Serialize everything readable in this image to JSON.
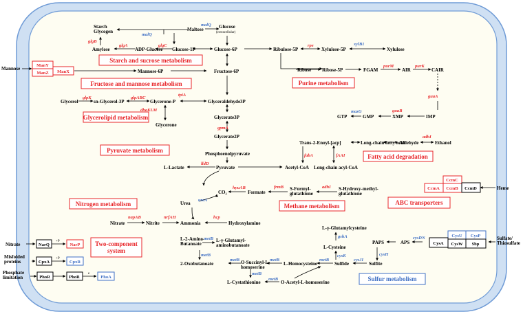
{
  "colors": {
    "outer_membrane": "#cfe0f3",
    "outer_stroke": "#6f9bd6",
    "cytoplasm": "#fefdf2",
    "red": "#e8262a",
    "blue": "#3f6fc4"
  },
  "metabolites": {
    "starch_glycogen": "Starch\nGlycogen",
    "maltose": "Maltose",
    "glucose_ext": "Glucose",
    "extracellular": "(extracellular)",
    "amylose": "Amylose",
    "adp_glucose": "ADP-Glucose",
    "glucose_1p": "Glucose-1P",
    "glucose_6p": "Glucose-6P",
    "ribulose_5p": "Ribulose-5P",
    "xylulose_5p": "Xylulose-5P",
    "xylulose": "Xylulose",
    "mannose": "Mannose",
    "mannose_6p": "Mannose-6P",
    "fructose_6p": "Fructose-6P",
    "ribose": "Ribose",
    "ribose_5p": "Ribose-5P",
    "fgam": "FGAM",
    "air": "AIR",
    "cair": "CAIR",
    "glycerol": "Glycerol",
    "sn_glycerol_3p": "sn-Glycerol-3P",
    "glycerone_p": "Glycerone-P",
    "glyceraldehyde_3p": "Glyceraldehyde3P",
    "glycerone": "Glycerone",
    "gtp": "GTP",
    "gmp": "GMP",
    "xmp": "XMP",
    "imp": "IMP",
    "glycerate_3p": "Glycerate3P",
    "glycerate_2p": "Glycerate2P",
    "trans_enoyl": "Trans-2-Enoyl-[acp]",
    "long_chain_fatty_acid": "Long-chain fatty acid",
    "aldehyde": "Aldehyde",
    "ethanol": "Ethanol",
    "pep": "Phosphoenolpyruvate",
    "l_lactate": "L-Lactate",
    "pyruvate": "Pyruvate",
    "acetyl_coa": "Acetyl-CoA",
    "long_chain_acyl_coa": "Long-chain acyl-CoA",
    "co2": "CO₂",
    "formate": "Formate",
    "s_formyl_glutathione": "S-Formyl-\nglutathione",
    "s_hydroxy": "S-Hydroxy-methyl-\nglutathione",
    "urea": "Urea",
    "nitrate_in": "Nitrate",
    "nitrite": "Nitrite",
    "ammonia": "Ammonia",
    "hydroxylamine": "Hydroxylamine",
    "l_gamma_glutamylcysteine": "L-γ-Glutamylcysteine",
    "l_cysteine": "L-Cysteine",
    "paps": "PAPS",
    "aps": "APS",
    "l2_amino": "L-2-Amino-\nButanoate",
    "l_gamma_glutamyl_amino": "L-γ-Glutamyl-\naminobutanoate",
    "oxobutanoate": "2-Oxobutanoate",
    "o_succinyl": "O-Succinyl-L-\nhomoserine",
    "l_homocysteine": "L-Homocysteine",
    "sulfide": "Sulfide",
    "sulfite": "Sulfite",
    "l_cystathionine": "L-Cystathionine",
    "o_acetyl": "O-Acetyl-L-homoserine",
    "heme": "Heme",
    "sulfate": "Sulfate/\nThiosulfate",
    "nitrate_out": "Nitrate",
    "misfolded": "Misfolded\nproteins",
    "phosphate": "Phosphate\nlimitation",
    "plus_p": "+P",
    "e_label": "e"
  },
  "genes_red": {
    "glgB": "glgB",
    "glgA": "glgA",
    "glgC": "glgC",
    "rpe": "rpe",
    "purM": "purM",
    "purK": "purK",
    "glpK": "glpK",
    "glpABC": "glpABC",
    "tpiA": "tpiA",
    "dhaKLM": "dhaKLM",
    "guaB": "guaB",
    "guaA": "guaA",
    "gpmA": "gpmA",
    "adhI_1": "adhI",
    "fabA": "fabA",
    "fAAI": "fAAI",
    "lldD": "lldD",
    "frmB": "frmB",
    "adhI_2": "adhI",
    "hyuAB": "hyuAB",
    "napAB": "napAB",
    "nrfAH": "nrfAH",
    "hcp": "hcp"
  },
  "genes_blue": {
    "malQ_1": "malQ",
    "malQ_2": "malQ",
    "xylB1": "xylB1",
    "mazG": "mazG",
    "ureA": "ureA",
    "gshA": "gshA",
    "cysK": "cysK",
    "cysJI": "cysJI",
    "cysH": "cysH",
    "cysDN": "cysDN",
    "metB_1": "metB",
    "metB_2": "metB",
    "metB_3": "metB",
    "metB_4": "metB",
    "metB_5": "metB",
    "metB_6": "metB"
  },
  "pathways": {
    "starch": "Starch and sucrose metabolism",
    "fructose": "Fructose and mannose metabolism",
    "purine": "Purine metabolism",
    "glycerolipid": "Glycerolipid metabolism",
    "pyruvate": "Pyruvate metabolism",
    "fatty_acid": "Fatty acid degradation",
    "nitrogen": "Nitrogen metabolism",
    "methane": "Methane metabolism",
    "abc": "ABC transporters",
    "two_component": "Two-component\nsystem",
    "sulfur": "Sulfur metabolism"
  },
  "proteins": {
    "manY": "ManY",
    "manZ": "ManZ",
    "manX": "ManX",
    "ccmC": "CcmC",
    "ccmA": "CcmA",
    "ccmB": "CcmB",
    "ccmD": "CcmD",
    "cysU": "CysU",
    "cysP": "CysP",
    "cysA": "CysA",
    "cysW": "CysW",
    "sbp": "Sbp",
    "narQ": "NarQ",
    "narP": "NarP",
    "cpxA": "CpxA",
    "cpxR": "CpxR",
    "phoR_1": "PhoR",
    "phoR_2": "PhoR",
    "phoA": "PhoA"
  }
}
